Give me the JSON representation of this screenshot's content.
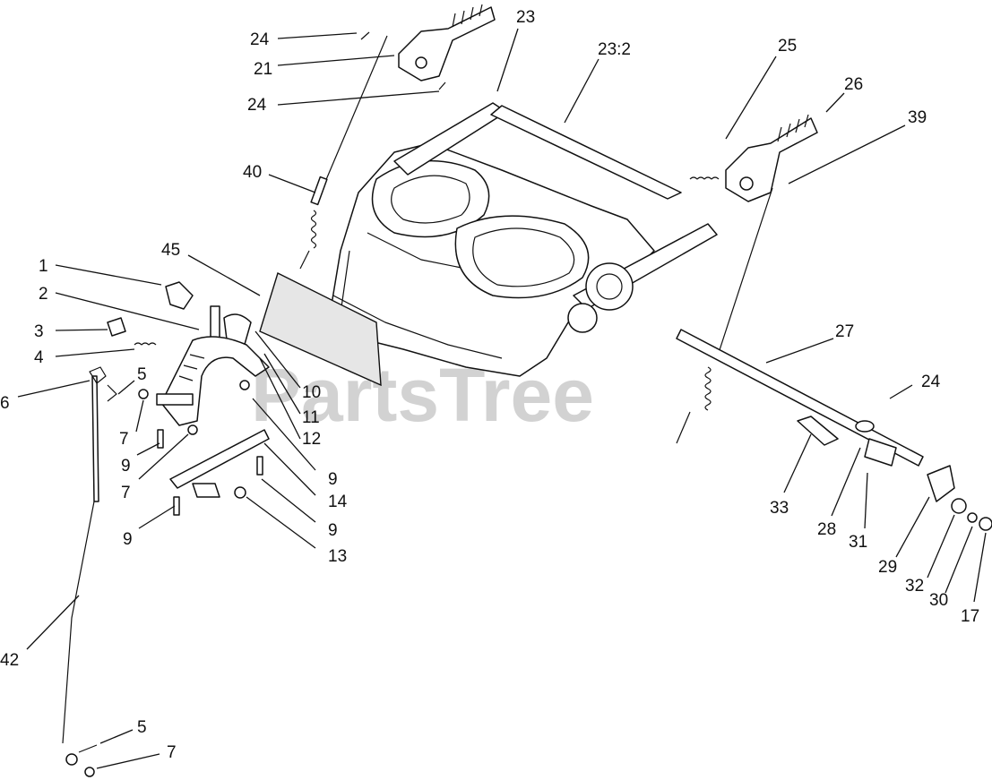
{
  "watermark": "PartsTree",
  "callouts": {
    "c1": "1",
    "c2": "2",
    "c3": "3",
    "c4": "4",
    "c5a": "5",
    "c6": "6",
    "c7a": "7",
    "c9a": "9",
    "c7b": "7",
    "c9b": "9",
    "c45": "45",
    "c10": "10",
    "c11": "11",
    "c12": "12",
    "c9c": "9",
    "c14": "14",
    "c9d": "9",
    "c13": "13",
    "c42": "42",
    "c5b": "5",
    "c7c": "7",
    "c24a": "24",
    "c21": "21",
    "c24b": "24",
    "c40": "40",
    "c23": "23",
    "c23_2": "23:2",
    "c25": "25",
    "c26": "26",
    "c39": "39",
    "c27": "27",
    "c24c": "24",
    "c33": "33",
    "c28": "28",
    "c31": "31",
    "c29": "29",
    "c32": "32",
    "c30": "30",
    "c17": "17"
  }
}
